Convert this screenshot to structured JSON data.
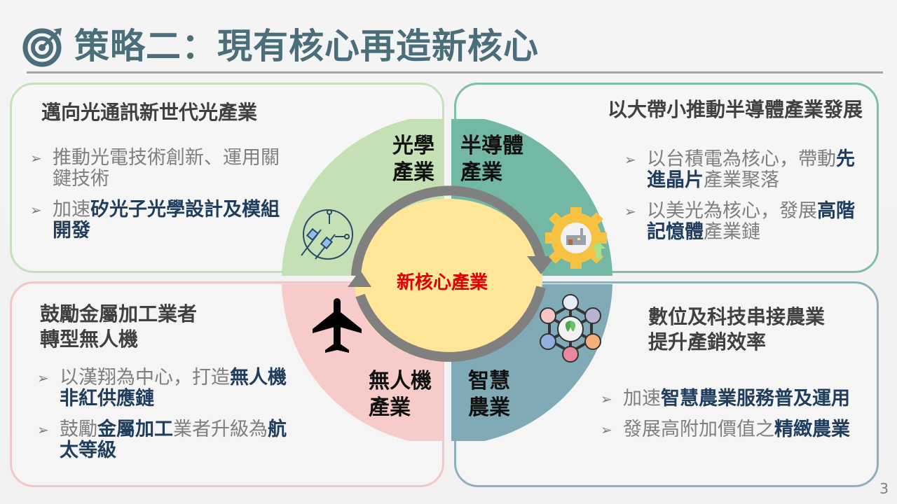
{
  "header": {
    "icon": "target-icon",
    "title": "策略二：現有核心再造新核心"
  },
  "center": {
    "core_label": "新核心產業",
    "quadrants": [
      {
        "key": "optics",
        "label_line1": "光學",
        "label_line2": "產業",
        "color": "#c5e0b4",
        "icon": "fiber-optic-icon"
      },
      {
        "key": "semiconductor",
        "label_line1": "半導體",
        "label_line2": "產業",
        "color": "#72b8a4",
        "icon": "factory-gear-icon"
      },
      {
        "key": "drone",
        "label_line1": "無人機",
        "label_line2": "產業",
        "color": "#f8cbcb",
        "icon": "airplane-icon"
      },
      {
        "key": "agri",
        "label_line1": "智慧",
        "label_line2": "農業",
        "color": "#81aab7",
        "icon": "smart-farm-network-icon"
      }
    ],
    "core_color": "#ffe699",
    "ring_color": "#808080"
  },
  "cards": {
    "top_left": {
      "title": "邁向光通訊新世代光產業",
      "bullets": [
        {
          "parts": [
            {
              "t": "推動光電技術創新、運用關鍵技術",
              "b": false
            }
          ]
        },
        {
          "parts": [
            {
              "t": "加速",
              "b": false
            },
            {
              "t": "矽光子光學設計及模組開發",
              "b": true
            }
          ]
        }
      ]
    },
    "top_right": {
      "title": "以大帶小推動半導體產業發展",
      "bullets": [
        {
          "parts": [
            {
              "t": "以台積電為核心，帶動",
              "b": false
            },
            {
              "t": "先進晶片",
              "b": true
            },
            {
              "t": "產業聚落",
              "b": false
            }
          ]
        },
        {
          "parts": [
            {
              "t": "以美光為核心，發展",
              "b": false
            },
            {
              "t": "高階記憶體",
              "b": true
            },
            {
              "t": "產業鏈",
              "b": false
            }
          ]
        }
      ]
    },
    "bottom_left": {
      "title_line1": "鼓勵金屬加工業者",
      "title_line2": "轉型無人機",
      "bullets": [
        {
          "parts": [
            {
              "t": "以漢翔為中心，打造",
              "b": false
            },
            {
              "t": "無人機非紅供應鏈",
              "b": true
            }
          ]
        },
        {
          "parts": [
            {
              "t": "鼓勵",
              "b": false
            },
            {
              "t": "金屬加工",
              "b": true
            },
            {
              "t": "業者升級為",
              "b": false
            },
            {
              "t": "航太等級",
              "b": true
            }
          ]
        }
      ]
    },
    "bottom_right": {
      "title_line1": "數位及科技串接農業",
      "title_line2": "提升產銷效率",
      "bullets": [
        {
          "parts": [
            {
              "t": "加速",
              "b": false
            },
            {
              "t": "智慧農業服務普及運用",
              "b": true
            }
          ]
        },
        {
          "parts": [
            {
              "t": "發展高附加價值之",
              "b": false
            },
            {
              "t": "精緻農業",
              "b": true
            }
          ]
        }
      ]
    }
  },
  "bullet_glyph": "➢",
  "page_number": "3",
  "colors": {
    "title": "#4a6f7a",
    "highlight": "#203d5e",
    "body_text": "#7f7f7f",
    "core_text": "#e00000"
  }
}
